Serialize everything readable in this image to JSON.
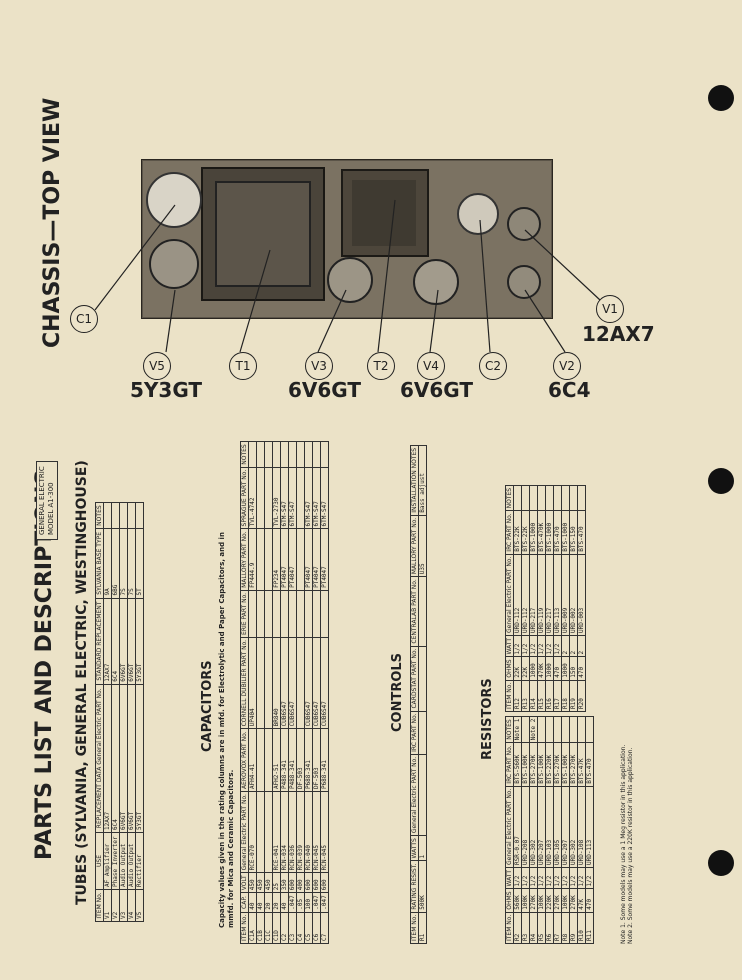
{
  "header": {
    "title": "PARTS LIST AND DESCRIPTIONS",
    "subtitle": "TUBES (SYLVANIA, GENERAL ELECTRIC, WESTINGHOUSE)",
    "model_box": [
      "GENERAL ELECTRIC",
      "MODEL A1-300"
    ]
  },
  "chassis": {
    "title": "CHASSIS—TOP VIEW",
    "callouts": [
      "C1",
      "V5",
      "T1",
      "V3",
      "T2",
      "V4",
      "C2",
      "V2",
      "V1"
    ],
    "tube_labels": [
      "5Y3GT",
      "6V6GT",
      "6V6GT",
      "6C4",
      "12AX7"
    ]
  },
  "tubes": {
    "headers": [
      "ITEM No.",
      "USE",
      "REPLACEMENT DATA General Electric PART No.",
      "STANDARD REPLACEMENT",
      "SYLVANIA BASE TYPE",
      "NOTES"
    ],
    "rows": [
      [
        "V1",
        "AF Amplifier",
        "12AX7",
        "12AX7",
        "9A",
        ""
      ],
      [
        "V2",
        "Phase Inverter",
        "6C4",
        "6C4",
        "6BG",
        ""
      ],
      [
        "V3",
        "Audio Output",
        "6V6GT",
        "6V6GT",
        "7S",
        ""
      ],
      [
        "V4",
        "Audio Output",
        "6V6GT",
        "6V6GT",
        "7S",
        ""
      ],
      [
        "V5",
        "Rectifier",
        "5Y3GT",
        "5Y3GT",
        "5T",
        ""
      ]
    ]
  },
  "capacitors": {
    "section": "CAPACITORS",
    "note": "Capacity values given in the rating columns are in mfd. for Electrolytic and Paper Capacitors, and in mmfd. for Mica and Ceramic Capacitors.",
    "headers": [
      "ITEM No.",
      "CAP.",
      "VOLT",
      "General Electric PART No.",
      "AEROVOX PART No.",
      "CORNELL DUBILIER PART No.",
      "ERIE PART No.",
      "MALLORY PART No.",
      "SPRAGUE PART No.",
      "NOTES"
    ],
    "rows": [
      [
        "C1A",
        "40",
        "450",
        "RCE-070",
        "AFH4-41",
        "UP404",
        "",
        "FP444.9",
        "TVL-4742",
        ""
      ],
      [
        "C1B",
        "40",
        "450",
        "",
        "",
        "",
        "",
        "",
        "",
        ""
      ],
      [
        "C1C",
        "20",
        "450",
        "",
        "",
        "",
        "",
        "",
        "",
        ""
      ],
      [
        "C1D",
        "20",
        "25",
        "RCE-041",
        "AFH2-51",
        "BR840",
        "",
        "FP234",
        "TVL-2730",
        ""
      ],
      [
        "C2",
        "40",
        "350",
        "RCN-034",
        "P488-341",
        "CUB6S47",
        "",
        "PT4047",
        "6TM-S47",
        ""
      ],
      [
        "C3",
        ".047",
        "600",
        "RCN-036",
        "P488-341",
        "CUB6S47",
        "",
        "PT4047",
        "6TM-S47",
        ""
      ],
      [
        "C4",
        ".05",
        "400",
        "RCN-039",
        "DF-503",
        "",
        "",
        "",
        "",
        ""
      ],
      [
        "C5",
        "100",
        "600",
        "RCN-040",
        "P688-341",
        "CUB6S47",
        "",
        "PT4047",
        "6TM-S47",
        ""
      ],
      [
        "C6",
        ".047",
        "600",
        "RCN-045",
        "DF-503",
        "CUB6S47",
        "",
        "PT4047",
        "6TM-S47",
        ""
      ],
      [
        "C7",
        ".047",
        "600",
        "RCN-045",
        "P688-341",
        "CUB6S47",
        "",
        "PT4047",
        "6TM-S47",
        ""
      ]
    ]
  },
  "controls": {
    "section": "CONTROLS",
    "headers": [
      "ITEM No.",
      "RATING RESIST.",
      "WATTS",
      "General Electric PART No.",
      "IRC PART No.",
      "CARDSTAT PART No.",
      "CENTRALAB PART No.",
      "MALLORY PART No.",
      "INSTALLATION NOTES"
    ],
    "rows": [
      [
        "R1",
        "500K",
        "1",
        "",
        "",
        "",
        "",
        "U35",
        "Bass adjust"
      ]
    ]
  },
  "resistors": {
    "section": "RESISTORS",
    "headers": [
      "ITEM No.",
      "OHMS",
      "WATT",
      "General Electric PART No.",
      "IRC PART No.",
      "NOTES"
    ],
    "rows": [
      [
        "R2",
        "560K",
        "1/2",
        "RSR-0.07",
        "BTS-560K",
        "Note 1"
      ],
      [
        "R3",
        "100K",
        "1/2",
        "URD-208",
        "BTS-100K",
        ""
      ],
      [
        "R4",
        "270K",
        "1/2",
        "URD-302",
        "BTS-270K",
        "Note 2"
      ],
      [
        "R5",
        "100K",
        "1/2",
        "URD-207",
        "BTS-100K",
        ""
      ],
      [
        "R6",
        "220K",
        "1/2",
        "URD-103",
        "BTS-220K",
        ""
      ],
      [
        "R7",
        "270K",
        "1/2",
        "URD-105",
        "BTS-270K",
        ""
      ],
      [
        "R8",
        "100K",
        "1/2",
        "URD-207",
        "BTS-100K",
        ""
      ],
      [
        "R9",
        "270K",
        "1/2",
        "URD-302",
        "BTS-270K",
        ""
      ],
      [
        "R10",
        "47K",
        "1/2",
        "URD-108",
        "BTS-47K",
        ""
      ],
      [
        "R11",
        "470",
        "1/2",
        "URD-113",
        "BTS-470",
        ""
      ]
    ],
    "headers2": [
      "ITEM No.",
      "OHMS",
      "WATT",
      "General Electric PART No.",
      "IRC PART No.",
      "NOTES"
    ],
    "rows2": [
      [
        "R12",
        "22K",
        "1/2",
        "URD-112",
        "BTS-22K",
        ""
      ],
      [
        "R13",
        "22K",
        "1/2",
        "URD-112",
        "BTS-22K",
        ""
      ],
      [
        "R14",
        "1000",
        "1/2",
        "URD-217",
        "BTS-1000",
        ""
      ],
      [
        "R15",
        "470K",
        "1/2",
        "URD-119",
        "BTS-470K",
        ""
      ],
      [
        "R16",
        "1000",
        "1/2",
        "URD-217",
        "BTS-1000",
        ""
      ],
      [
        "R17",
        "470",
        "1/2",
        "URD-113",
        "BTS-470",
        ""
      ],
      [
        "R18",
        "1000",
        "2",
        "URD-009",
        "BTS-1000",
        ""
      ],
      [
        "R19",
        "150",
        "2",
        "URD-002",
        "BTS-150",
        ""
      ],
      [
        "R20",
        "470",
        "2",
        "URD-003",
        "BTS-470",
        ""
      ]
    ],
    "footnotes": [
      "Note 1. Some models may use a 1 Meg resistor in this application.",
      "Note 2. Some models may use a 220K resistor in this application."
    ]
  },
  "colors": {
    "paper": "#ebe2c7",
    "ink": "#222222",
    "chassis": "#5a5346"
  }
}
